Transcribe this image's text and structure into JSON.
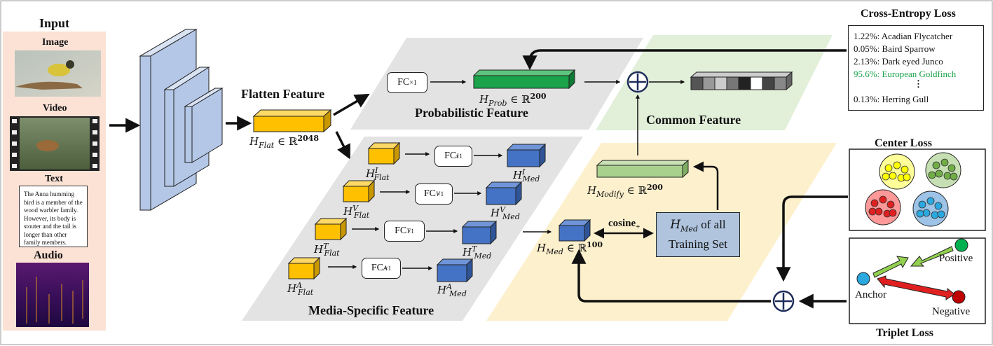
{
  "input_panel": {
    "title": "Input",
    "image_label": "Image",
    "video_label": "Video",
    "text_label": "Text",
    "audio_label": "Audio",
    "text_sample": "The Anna humming bird is a member of the wood warbler family. However, its body is stouter and the tail is longer than other family members."
  },
  "flatten": {
    "title": "Flatten Feature",
    "var": "H",
    "sub": "Flat",
    "dim": "2048"
  },
  "probabilistic": {
    "title": "Probabilistic Feature",
    "fc_label": "FC",
    "fc_sub": "×1",
    "var": "H",
    "sub": "Prob",
    "dim": "200"
  },
  "common": {
    "title": "Common Feature"
  },
  "media_specific": {
    "title": "Media-Specific Feature",
    "rows": [
      {
        "flat_sub": "Flat",
        "flat_sup": "I",
        "fc": "FC",
        "fc_sub": "×1",
        "fc_sup": "I",
        "med_sub": "Med",
        "med_sup": "I"
      },
      {
        "flat_sub": "Flat",
        "flat_sup": "V",
        "fc": "FC",
        "fc_sub": "×1",
        "fc_sup": "V",
        "med_sub": "Med",
        "med_sup": "V"
      },
      {
        "flat_sub": "Flat",
        "flat_sup": "T",
        "fc": "FC",
        "fc_sub": "×1",
        "fc_sup": "T",
        "med_sub": "Med",
        "med_sup": "T"
      },
      {
        "flat_sub": "Flat",
        "flat_sup": "A",
        "fc": "FC",
        "fc_sub": "×1",
        "fc_sup": "A",
        "med_sub": "Med",
        "med_sup": "A"
      }
    ]
  },
  "modify": {
    "var": "H",
    "sub": "Modify",
    "dim": "200"
  },
  "med": {
    "var": "H",
    "sub": "Med",
    "dim": "100",
    "cosine_label": "cosine",
    "cosine_sub": "+",
    "training_box_line1_suffix": " of all",
    "training_box_line2": "Training Set"
  },
  "cross_entropy": {
    "title": "Cross-Entropy Loss",
    "rows": [
      {
        "text": "1.22%: Acadian Flycatcher",
        "highlight": false
      },
      {
        "text": "0.05%: Baird Sparrow",
        "highlight": false
      },
      {
        "text": "2.13%: Dark eyed Junco",
        "highlight": false
      },
      {
        "text": "95.6%: European Goldfinch",
        "highlight": true
      },
      {
        "text": "0.13%: Herring Gull",
        "highlight": false
      }
    ],
    "highlight_color": "#1aa34a"
  },
  "center_loss": {
    "title": "Center Loss"
  },
  "triplet_loss": {
    "title": "Triplet Loss",
    "positive": "Positive",
    "anchor": "Anchor",
    "negative": "Negative"
  },
  "colors": {
    "flat_feature": "#ffc000",
    "med_feature": "#4472c4",
    "prob_feature": "#1aa34a",
    "modify_feature": "#a9d18e",
    "cnn_layer": "#b4c7e7",
    "gray_plane": "#e0e0e0",
    "green_plane": "#dff0d8",
    "yellow_plane": "#fdefc9",
    "input_bg": "#fbe2d5"
  }
}
